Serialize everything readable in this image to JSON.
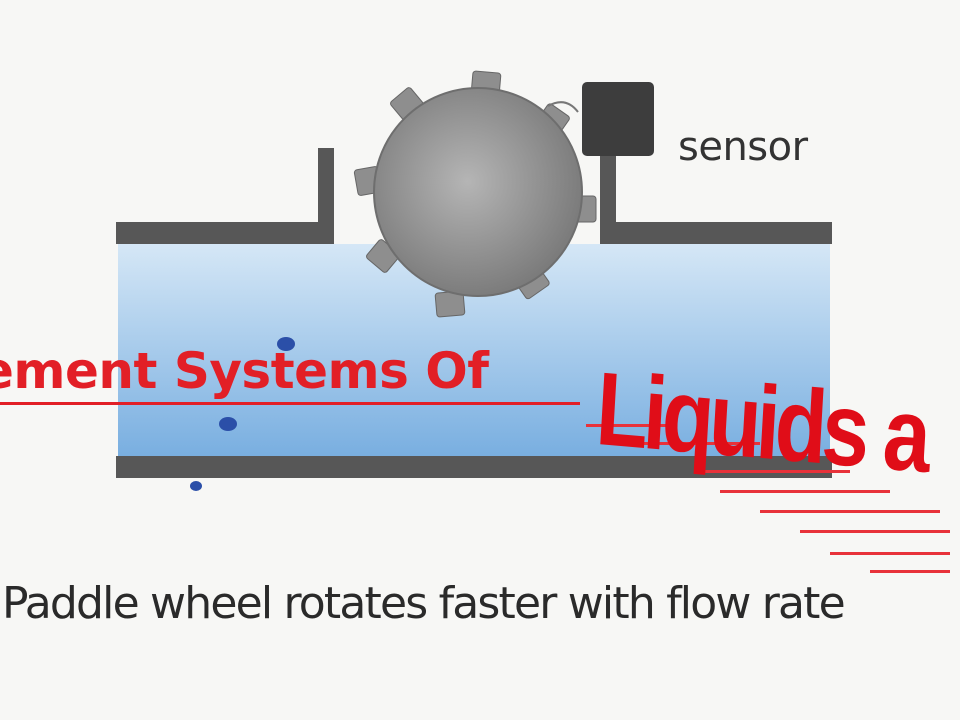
{
  "diagram": {
    "sensor_label": "sensor",
    "caption": "Paddle wheel rotates faster with flow rate"
  },
  "overlay": {
    "title_text": "ement Systems Of",
    "big_word": "Liquids a"
  },
  "colors": {
    "pipe_wall": "#555555",
    "liquid_top": "#cfe3f5",
    "liquid_bottom": "#7fb2e0",
    "wheel": "#8a8a8a",
    "sensor_box": "#3d3d3d",
    "overlay_red": "#e21f26",
    "bubble": "#2b4fa8"
  }
}
